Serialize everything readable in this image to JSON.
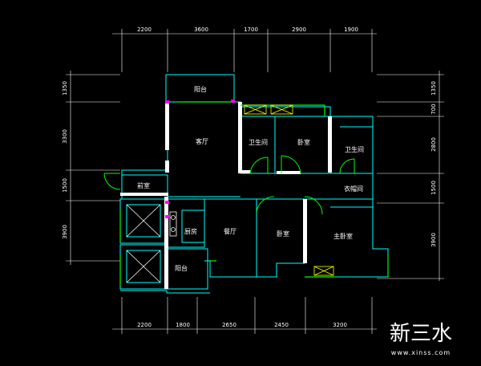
{
  "colors": {
    "background": "#000000",
    "dimension_lines": "#ffffff",
    "walls_outline": "#00ffff",
    "wall_fill": "#ffffff",
    "door_swing": "#00ff00",
    "windows": "#00ff00",
    "fixtures": "#ffff00",
    "columns": "#ff00ff"
  },
  "dimensions": {
    "top": [
      "2200",
      "3600",
      "1700",
      "2900",
      "1900"
    ],
    "bottom": [
      "2200",
      "1800",
      "2650",
      "2450",
      "3200"
    ],
    "left": [
      "1350",
      "3300",
      "1500",
      "3900"
    ],
    "right": [
      "1350",
      "700",
      "2800",
      "1500",
      "3900"
    ]
  },
  "rooms": {
    "balcony_top": "阳台",
    "living_room": "客厅",
    "bathroom_1": "卫生间",
    "bedroom_1": "卧室",
    "bathroom_2": "卫生间",
    "entrance": "前室",
    "closet": "衣帽间",
    "kitchen": "厨房",
    "dining_room": "餐厅",
    "bedroom_2": "卧室",
    "master_bedroom": "主卧室",
    "balcony_bottom": "阳台"
  },
  "watermark": {
    "brand": "新三水",
    "url": "www.xinss.com"
  }
}
